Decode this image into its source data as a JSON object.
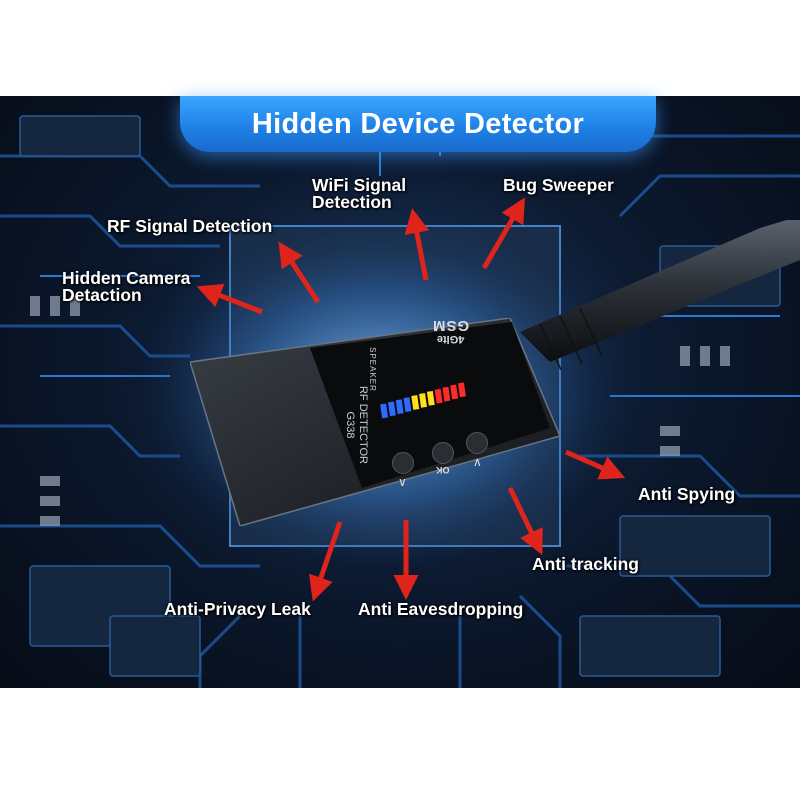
{
  "title": "Hidden Device Detector",
  "features": {
    "wifi": [
      "WiFi Signal",
      "Detection"
    ],
    "bug_sweeper": "Bug Sweeper",
    "rf_signal": "RF Signal Detection",
    "hidden_camera": [
      "Hidden Camera",
      "Detaction"
    ],
    "anti_spying": "Anti Spying",
    "anti_tracking": "Anti tracking",
    "anti_privacy_leak": "Anti-Privacy Leak",
    "anti_eavesdropping": "Anti Eavesdropping"
  },
  "device": {
    "logo_top": "4Glte",
    "logo_bottom": "GSM",
    "speaker": "SPEAKER",
    "model_line1": "RF DETECTOR",
    "model_line2": "G338",
    "ok_label": "OK"
  },
  "colors": {
    "banner": "#1d7fe4",
    "arrow": "#e0241c",
    "led_blue": "#2f6bff",
    "led_yellow": "#ffe01a",
    "led_red": "#ff2a2a"
  }
}
